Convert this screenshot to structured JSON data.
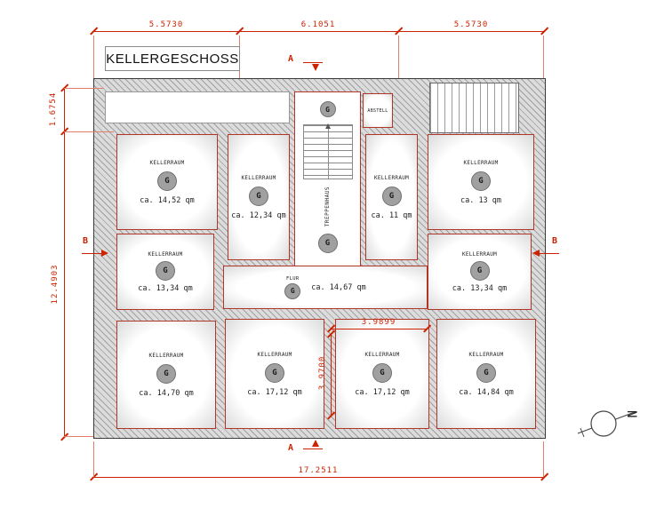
{
  "title": "KELLERGESCHOSS",
  "marker_label": "G",
  "small_room_label": "ABSTELL",
  "north_label": "N",
  "dimensions": {
    "top_left": "5.5730",
    "top_middle": "6.1051",
    "top_right": "5.5730",
    "left_upper": "1.6754",
    "left_main": "12.4903",
    "bottom_total": "17.2511",
    "inner_width": "3.9899",
    "inner_height": "3.9700"
  },
  "section_markers": {
    "a_top": "A",
    "a_bottom": "A",
    "b_left": "B",
    "b_right": "B"
  },
  "rooms": [
    {
      "name": "KELLERRAUM",
      "area": "ca. 14,52 qm"
    },
    {
      "name": "KELLERRAUM",
      "area": "ca. 12,34 qm"
    },
    {
      "name": "TREPPENHAUS",
      "area": ""
    },
    {
      "name": "KELLERRAUM",
      "area": "ca. 11 qm"
    },
    {
      "name": "KELLERRAUM",
      "area": "ca. 13 qm"
    },
    {
      "name": "KELLERRAUM",
      "area": "ca. 13,34 qm"
    },
    {
      "name": "FLUR",
      "area": "ca. 14,67 qm"
    },
    {
      "name": "KELLERRAUM",
      "area": "ca. 13,34 qm"
    },
    {
      "name": "KELLERRAUM",
      "area": "ca. 14,70 qm"
    },
    {
      "name": "KELLERRAUM",
      "area": "ca. 17,12 qm"
    },
    {
      "name": "KELLERRAUM",
      "area": "ca. 17,12 qm"
    },
    {
      "name": "KELLERRAUM",
      "area": "ca. 14,84 qm"
    }
  ],
  "colors": {
    "dimension_red": "#cc2200",
    "wall_gray": "#dcdcdc",
    "marker_gray": "#a0a0a0"
  }
}
